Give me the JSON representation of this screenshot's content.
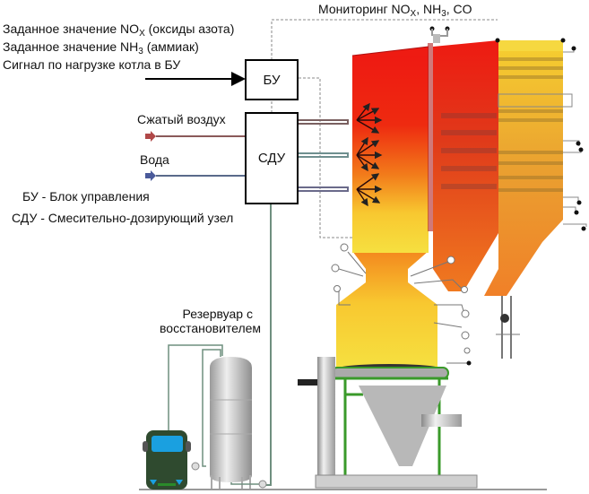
{
  "inputs": {
    "nox_setpoint": {
      "text": "Заданное значение NO",
      "sub": "X",
      "tail": " (оксиды азота)"
    },
    "nh3_setpoint": {
      "text": "Заданное значение NH",
      "sub": "3",
      "tail": " (аммиак)"
    },
    "load_signal": "Сигнал по нагрузке котла в БУ"
  },
  "monitoring": {
    "prefix": "Мониторинг NO",
    "sub1": "X",
    "mid": ", NH",
    "sub2": "3",
    "tail": ", CO"
  },
  "blocks": {
    "control_unit": "БУ",
    "dosing_unit": "СДУ"
  },
  "media": {
    "compressed_air": "Сжатый воздух",
    "water": "Вода"
  },
  "legend": {
    "bu": "БУ - Блок управления",
    "sdu": "СДУ - Смесительно-дозирующий узел"
  },
  "tank_label": {
    "line1": "Резервуар с",
    "line2": "восстановителем"
  },
  "colors": {
    "air_line": "#8a5a5a",
    "water_line": "#5a6a8a",
    "pipe": "#6f8f7f",
    "furnace_top": "#ee1a10",
    "furnace_bottom": "#f8d830",
    "frame_green": "#3a9a2a",
    "truck_green": "#2f4a2f",
    "truck_glass": "#1aa0e0"
  }
}
